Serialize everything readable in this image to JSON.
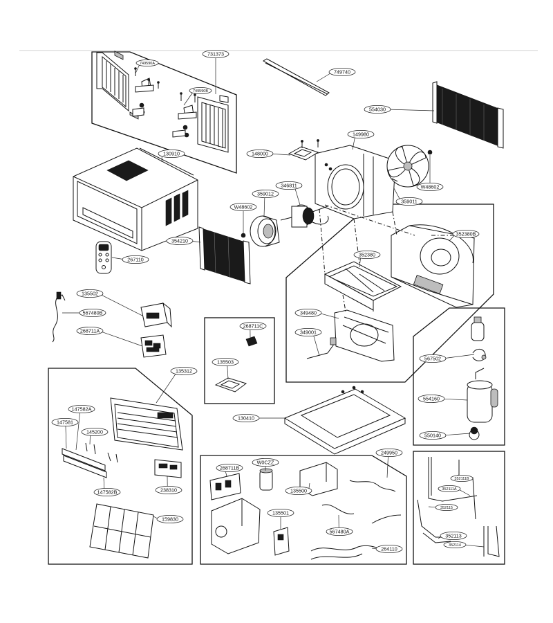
{
  "diagram": {
    "callouts": [
      {
        "id": "c-731373",
        "label": "731373"
      },
      {
        "id": "c-749590a",
        "label": "749590A"
      },
      {
        "id": "c-749590b",
        "label": "749590B"
      },
      {
        "id": "c-749740",
        "label": "749740"
      },
      {
        "id": "c-554030",
        "label": "554030"
      },
      {
        "id": "c-149980",
        "label": "149980"
      },
      {
        "id": "c-148000",
        "label": "148000"
      },
      {
        "id": "c-130910",
        "label": "130910"
      },
      {
        "id": "c-w48602a",
        "label": "W48602"
      },
      {
        "id": "c-359012",
        "label": "359012"
      },
      {
        "id": "c-346811",
        "label": "346811"
      },
      {
        "id": "c-w48602b",
        "label": "W48602"
      },
      {
        "id": "c-359011",
        "label": "359011"
      },
      {
        "id": "c-352380b",
        "label": "352380B"
      },
      {
        "id": "c-352380",
        "label": "352380"
      },
      {
        "id": "c-354210",
        "label": "354210"
      },
      {
        "id": "c-267110",
        "label": "267110"
      },
      {
        "id": "c-135502",
        "label": "135502"
      },
      {
        "id": "c-567480b",
        "label": "567480B"
      },
      {
        "id": "c-268711a",
        "label": "268711A"
      },
      {
        "id": "c-349480",
        "label": "349480"
      },
      {
        "id": "c-349001",
        "label": "349001"
      },
      {
        "id": "c-268711c",
        "label": "268711C"
      },
      {
        "id": "c-135503",
        "label": "135503"
      },
      {
        "id": "c-567502",
        "label": "567502"
      },
      {
        "id": "c-135312",
        "label": "135312"
      },
      {
        "id": "c-554160",
        "label": "554160"
      },
      {
        "id": "c-147582a",
        "label": "147582A"
      },
      {
        "id": "c-147581",
        "label": "147581"
      },
      {
        "id": "c-145200",
        "label": "145200"
      },
      {
        "id": "c-130410",
        "label": "130410"
      },
      {
        "id": "c-550140",
        "label": "550140"
      },
      {
        "id": "c-249950",
        "label": "249950"
      },
      {
        "id": "c-268711b",
        "label": "268711B"
      },
      {
        "id": "c-w0czz",
        "label": "W0CZZ"
      },
      {
        "id": "c-135500",
        "label": "135500"
      },
      {
        "id": "c-147582b",
        "label": "147582B"
      },
      {
        "id": "c-238310",
        "label": "238310"
      },
      {
        "id": "c-135501",
        "label": "135501"
      },
      {
        "id": "c-567480a",
        "label": "567480A"
      },
      {
        "id": "c-159830",
        "label": "159830"
      },
      {
        "id": "c-264110",
        "label": "264110"
      },
      {
        "id": "c-352111b",
        "label": "352111B"
      },
      {
        "id": "c-352111a",
        "label": "352111A"
      },
      {
        "id": "c-352115",
        "label": "352115"
      },
      {
        "id": "c-352113",
        "label": "352113"
      },
      {
        "id": "c-352114",
        "label": "352114"
      }
    ]
  }
}
